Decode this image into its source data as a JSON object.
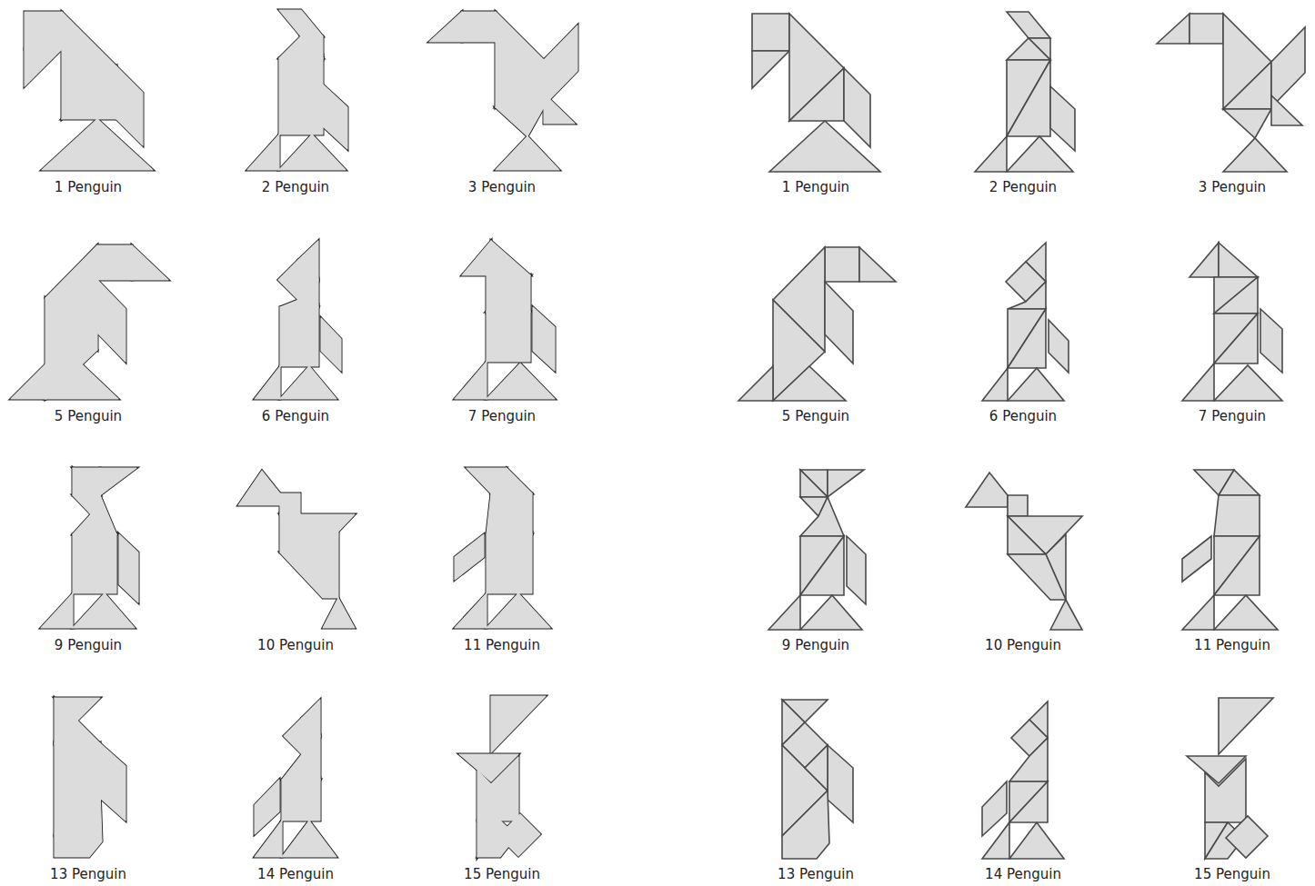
{
  "diagram": {
    "labels": [
      "1 Penguin",
      "2 Penguin",
      "3 Penguin",
      "1 Penguin",
      "2 Penguin",
      "3 Penguin",
      "5 Penguin",
      "6 Penguin",
      "7 Penguin",
      "5 Penguin",
      "6 Penguin",
      "7 Penguin",
      "9 Penguin",
      "10 Penguin",
      "11 Penguin",
      "9 Penguin",
      "10 Penguin",
      "11 Penguin",
      "13 Penguin",
      "14 Penguin",
      "15 Penguin",
      "13 Penguin",
      "14 Penguin",
      "15 Penguin"
    ]
  }
}
